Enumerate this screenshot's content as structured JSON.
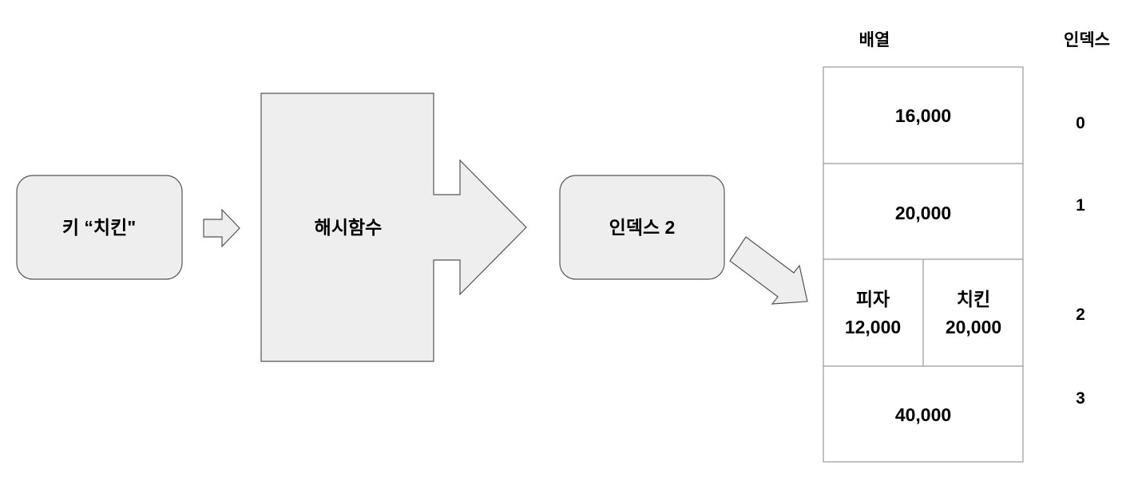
{
  "input": {
    "label": "키 “치킨\""
  },
  "hash_function": {
    "label": "해시함수"
  },
  "output": {
    "label": "인덱스 2"
  },
  "table": {
    "array_header": "배열",
    "index_header": "인덱스",
    "rows": [
      {
        "index": "0",
        "value": "16,000"
      },
      {
        "index": "1",
        "value": "20,000"
      },
      {
        "index": "2",
        "entries": [
          {
            "key": "피자",
            "value": "12,000"
          },
          {
            "key": "치킨",
            "value": "20,000"
          }
        ]
      },
      {
        "index": "3",
        "value": "40,000"
      }
    ]
  },
  "colors": {
    "fill": "#eeeeee",
    "stroke": "#555555",
    "cell_stroke": "#999999",
    "text": "#000000"
  }
}
